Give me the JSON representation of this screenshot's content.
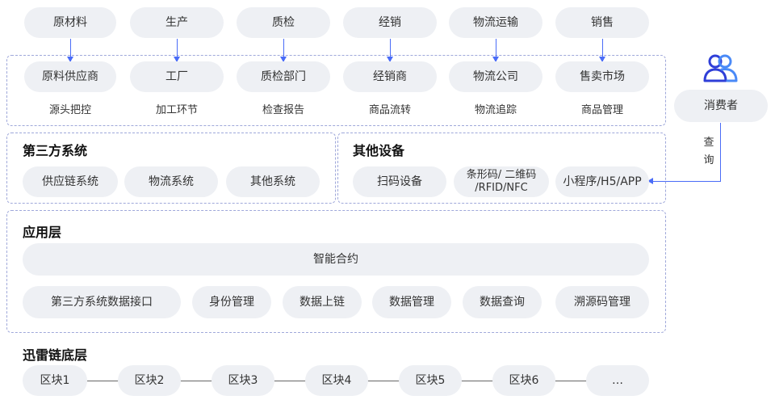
{
  "top_row": [
    "原材料",
    "生产",
    "质检",
    "经销",
    "物流运输",
    "销售"
  ],
  "entity_row": [
    "原料供应商",
    "工厂",
    "质检部门",
    "经销商",
    "物流公司",
    "售卖市场"
  ],
  "sub_row": [
    "源头把控",
    "加工环节",
    "检查报告",
    "商品流转",
    "物流追踪",
    "商品管理"
  ],
  "third_party": {
    "title": "第三方系统",
    "items": [
      "供应链系统",
      "物流系统",
      "其他系统"
    ]
  },
  "other_devices": {
    "title": "其他设备",
    "items": [
      "扫码设备",
      "条形码/ 二维码",
      "/RFID/NFC",
      "小程序/H5/APP"
    ]
  },
  "app_layer": {
    "title": "应用层",
    "contract": "智能合约",
    "items": [
      "第三方系统数据接口",
      "身份管理",
      "数据上链",
      "数据管理",
      "数据查询",
      "溯源码管理"
    ]
  },
  "chain_layer": {
    "title": "迅雷链底层",
    "blocks": [
      "区块1",
      "区块2",
      "区块3",
      "区块4",
      "区块5",
      "区块6",
      "…"
    ]
  },
  "consumer": {
    "label": "消费者",
    "query_char1": "查",
    "query_char2": "询",
    "icon": "users-icon"
  },
  "colors": {
    "pill_bg": "#eef0f4",
    "arrow": "#4a6cf7",
    "dashed_border": "#9fa8da"
  }
}
